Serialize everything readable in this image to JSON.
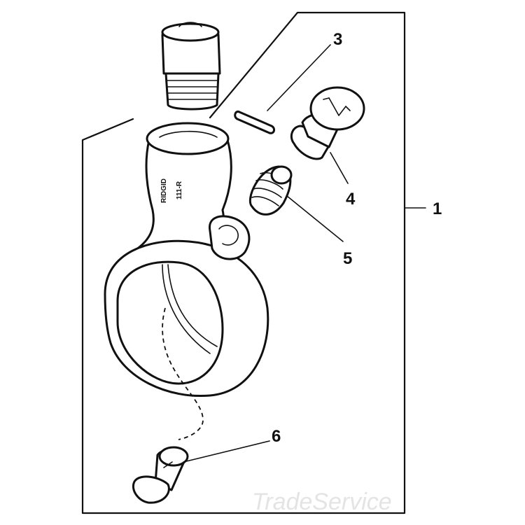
{
  "callouts": {
    "c1": "1",
    "c3": "3",
    "c4": "4",
    "c5": "5",
    "c6": "6"
  },
  "stamp": {
    "brand": "RIDGID",
    "code": "111-R"
  },
  "watermark": "TradeService",
  "colors": {
    "ink": "#111111",
    "paper": "#ffffff",
    "watermark": "#e4e4e4"
  }
}
